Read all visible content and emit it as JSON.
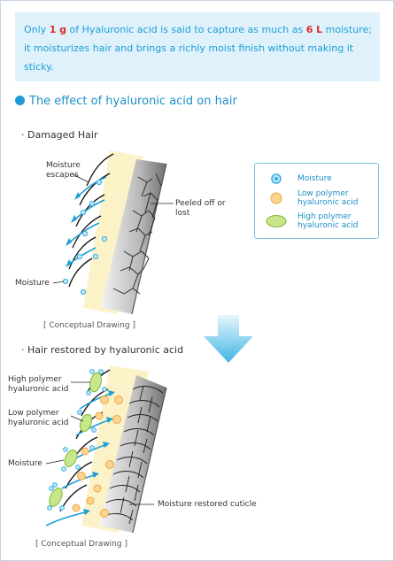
{
  "intro": {
    "l1_a": "Only ",
    "l1_num1": "1 g",
    "l1_b": " of Hyaluronic acid is said to capture as much as ",
    "l1_num2": "6 L",
    "l1_c": " moisture;",
    "l2": "it moisturizes hair and brings a richly moist finish without making it",
    "l3": "sticky."
  },
  "section_title": "The effect of hyaluronic acid on hair",
  "damaged": {
    "subtitle": "· Damaged Hair",
    "label_escapes_1": "Moisture",
    "label_escapes_2": "escapes",
    "label_peeled_1": "Peeled off or",
    "label_peeled_2": "lost",
    "label_moisture": "Moisture",
    "caption": "[ Conceptual Drawing ]"
  },
  "legend": {
    "moisture": "Moisture",
    "low_1": "Low polymer",
    "low_2": "hyaluronic acid",
    "high_1": "High  polymer",
    "high_2": "hyaluronic acid"
  },
  "restored": {
    "subtitle": "· Hair restored by hyaluronic acid",
    "label_high_1": "High  polymer",
    "label_high_2": "hyaluronic acid",
    "label_low_1": "Low polymer",
    "label_low_2": "hyaluronic acid",
    "label_moisture": "Moisture",
    "label_cuticle": "Moisture restored cuticle",
    "caption": "[ Conceptual Drawing ]"
  },
  "colors": {
    "accent_blue": "#1c9fd4",
    "highlight_red": "#e02a2a",
    "intro_bg": "#dff1fb",
    "cortex_yellow": "#fcf2c8",
    "moisture_dot": "#7fd0f2",
    "low_polymer": "#f9c070",
    "high_polymer": "#bde070"
  }
}
